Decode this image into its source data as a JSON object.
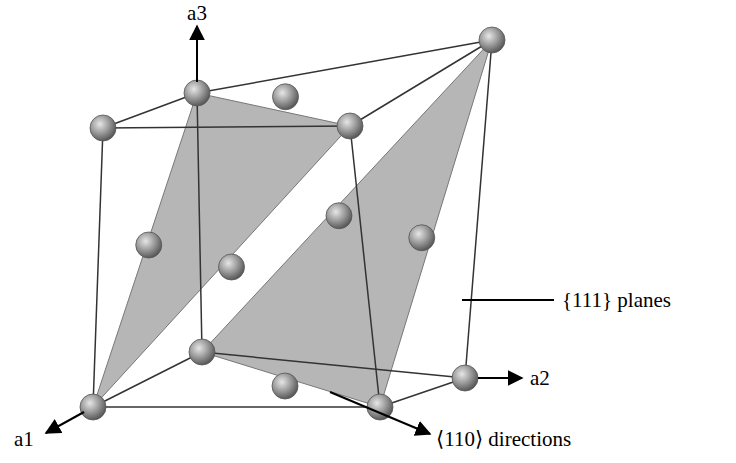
{
  "diagram": {
    "labels": [
      "a3",
      "a2",
      "a1",
      "{111} planes",
      "⟨110⟩ directions"
    ]
  }
}
